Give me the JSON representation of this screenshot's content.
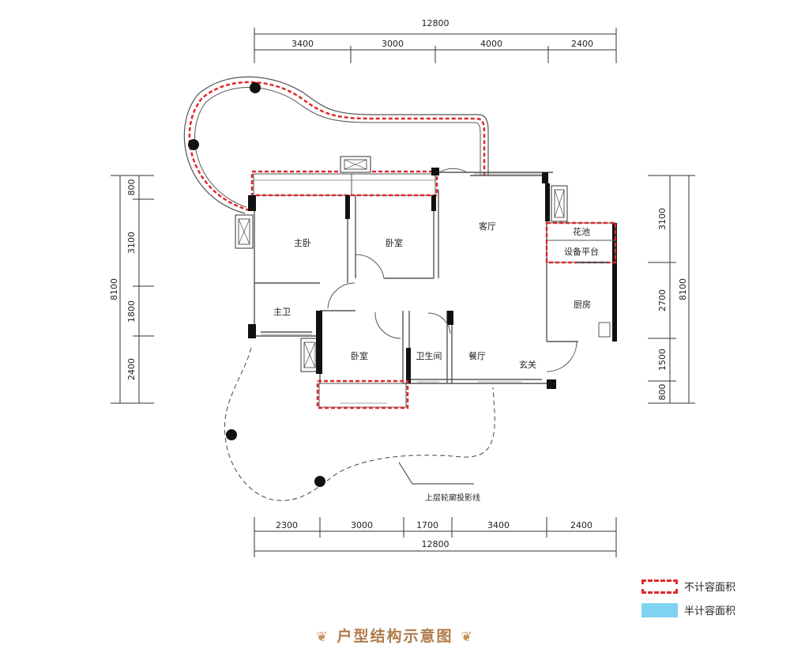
{
  "dimensions": {
    "top_total": "12800",
    "top_segments": [
      "3400",
      "3000",
      "4000",
      "2400"
    ],
    "bottom_total": "12800",
    "bottom_segments": [
      "2300",
      "3000",
      "1700",
      "3400",
      "2400"
    ],
    "left_total": "8100",
    "left_segments": [
      "800",
      "3100",
      "1800",
      "2400"
    ],
    "right_total": "8100",
    "right_segments": [
      "3100",
      "2700",
      "1500",
      "800"
    ]
  },
  "rooms": {
    "master_bedroom": "主卧",
    "bedroom_north": "卧室",
    "living_room": "客厅",
    "planter": "花池",
    "equipment_platform": "设备平台",
    "kitchen": "厨房",
    "master_bath": "主卫",
    "bedroom_south": "卧室",
    "bathroom": "卫生间",
    "dining_room": "餐厅",
    "entrance": "玄关"
  },
  "annotation": "上层轮廓投影线",
  "legend": {
    "not_counted": "不计容面积",
    "half_counted": "半计容面积",
    "colors": {
      "not_counted": "#e0282e",
      "half_counted": "#7fd3f0"
    }
  },
  "title": "户型结构示意图"
}
